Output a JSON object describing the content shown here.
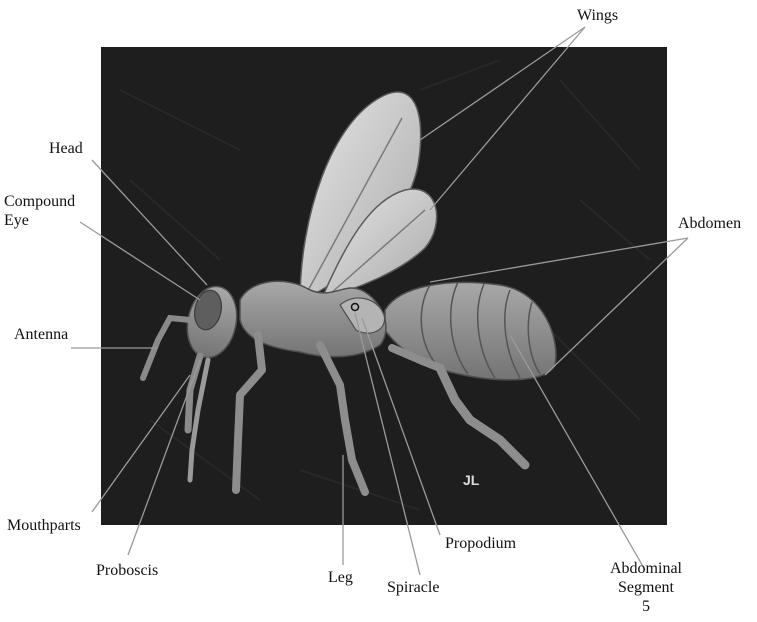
{
  "labels": {
    "wings": "Wings",
    "head": "Head",
    "compound_eye_line1": "Compound",
    "compound_eye_line2": "Eye",
    "abdomen": "Abdomen",
    "antenna": "Antenna",
    "mouthparts": "Mouthparts",
    "proboscis": "Proboscis",
    "leg": "Leg",
    "spiracle": "Spiracle",
    "propodium": "Propodium",
    "abdominal_segment_line1": "Abdominal",
    "abdominal_segment_line2": "Segment",
    "abdominal_segment_line3": "5"
  },
  "signature": "JL",
  "colors": {
    "panel": "#1c1c1c",
    "body": "#8f8f8f",
    "wing": "#c9c9c9",
    "leader": "#9a9a9a"
  }
}
